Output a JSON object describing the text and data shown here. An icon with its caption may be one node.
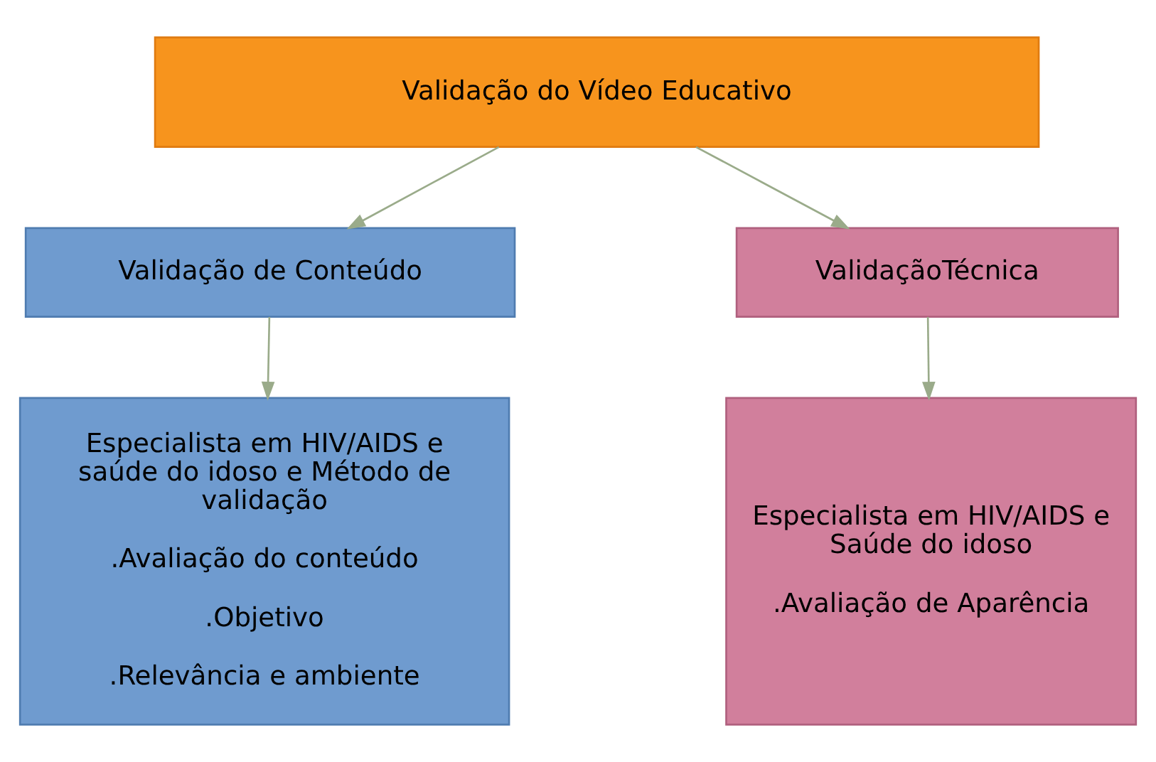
{
  "diagram": {
    "nodes": [
      {
        "text": [
          "Validação do Vídeo Educativo"
        ]
      },
      {
        "text": [
          "Validação de Conteúdo"
        ]
      },
      {
        "text": [
          "ValidaçãoTécnica"
        ]
      },
      {
        "text": [
          "Especialista em HIV/AIDS e saúde do idoso e Método de validação",
          ".Avaliação do conteúdo",
          ".Objetivo",
          ".Relevância e ambiente"
        ]
      },
      {
        "text": [
          "Especialista em HIV/AIDS e Saúde do idoso",
          ".Avaliação de Aparência"
        ]
      }
    ],
    "edges": [
      {
        "from": 0,
        "to": 1,
        "arrow": "to"
      },
      {
        "from": 0,
        "to": 2,
        "arrow": "to"
      },
      {
        "from": 1,
        "to": 3,
        "arrow": "to"
      },
      {
        "from": 2,
        "to": 4,
        "arrow": "to"
      }
    ]
  }
}
